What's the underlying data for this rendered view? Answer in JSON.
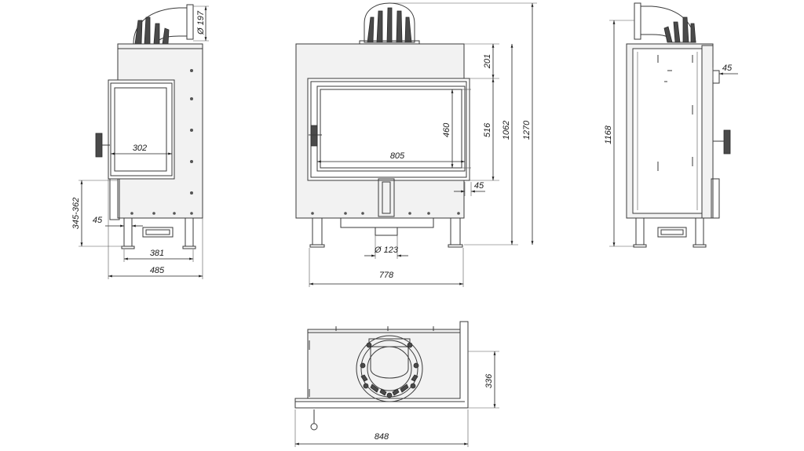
{
  "views": {
    "side_left": {
      "dimensions": {
        "flue_diameter": "Ø 197",
        "glass_width": "302",
        "leg_height": "345-362",
        "leg_offset": "45",
        "base_depth": "381",
        "total_depth": "485"
      }
    },
    "front": {
      "dimensions": {
        "top_offset": "201",
        "glass_height": "460",
        "door_height": "516",
        "body_height": "1062",
        "total_height": "1270",
        "glass_width": "805",
        "door_offset": "45",
        "air_inlet_diameter": "Ø 123",
        "total_width": "778"
      }
    },
    "side_right": {
      "dimensions": {
        "side_offset": "45",
        "height": "1168"
      }
    },
    "top": {
      "dimensions": {
        "depth": "336",
        "width": "848"
      }
    }
  }
}
